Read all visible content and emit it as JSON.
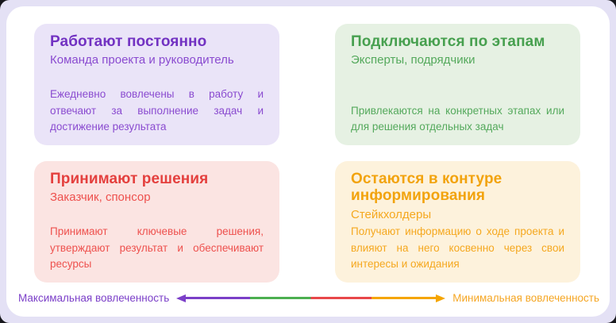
{
  "page": {
    "frame_color": "#e4e1f5",
    "panel_color": "#ffffff"
  },
  "cards": [
    {
      "title": "Работают постоянно",
      "subtitle": "Команда проекта и руководитель",
      "body": "Ежедневно вовлечены в работу и отвечают за выполнение задач и достижение результата",
      "bg": "#eae4f8",
      "title_color": "#7232c2",
      "text_color": "#8a4bd0"
    },
    {
      "title": "Подключаются по этапам",
      "subtitle": "Эксперты, подрядчики",
      "body": "Привлекаются на конкретных этапах или для решения отдельных задач",
      "bg": "#e6f1e3",
      "title_color": "#47a04f",
      "text_color": "#54a95c"
    },
    {
      "title": "Принимают решения",
      "subtitle": "Заказчик, спонсор",
      "body": "Принимают ключевые решения, утверждают результат и обеспечивают ресурсы",
      "bg": "#fbe4e2",
      "title_color": "#e4403e",
      "text_color": "#ee514e"
    },
    {
      "title": "Остаются в контуре информирования",
      "subtitle": "Стейкхолдеры",
      "body": "Получают информацию о ходе проекта и влияют на него косвенно через свои интересы и ожидания",
      "bg": "#fdf2dc",
      "title_color": "#f2a30d",
      "text_color": "#f5a81f"
    }
  ],
  "axis": {
    "left_label": "Максимальная вовлеченность",
    "right_label": "Минимальная вовлеченность",
    "left_label_color": "#7b3fc8",
    "right_label_color": "#f5a623",
    "segment_colors": [
      "#7b3fc8",
      "#4caf50",
      "#e8474a",
      "#f5a500"
    ]
  }
}
